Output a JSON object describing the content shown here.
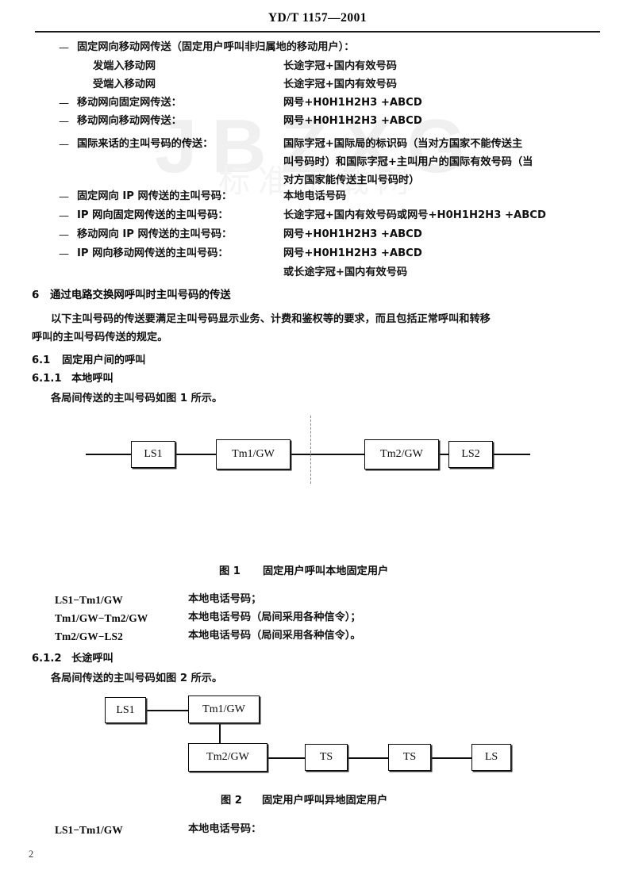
{
  "header": {
    "standard_title": "YD/T 1157—2001"
  },
  "watermark": {
    "text_big": "JBZXG",
    "text_small": "标准下载网"
  },
  "list_top": {
    "items": [
      {
        "marker": "—",
        "label": "固定网向移动网传送（固定用户呼叫非归属地的移动用户）：",
        "value": ""
      },
      {
        "marker": "",
        "label": "发端入移动网",
        "value": "长途字冠+国内有效号码"
      },
      {
        "marker": "",
        "label": "受端入移动网",
        "value": "长途字冠+国内有效号码"
      },
      {
        "marker": "—",
        "label": "移动网向固定网传送：",
        "value": "网号+H0H1H2H3 +ABCD"
      },
      {
        "marker": "—",
        "label": "移动网向移动网传送：",
        "value": "网号+H0H1H2H3 +ABCD"
      },
      {
        "marker": "—",
        "label": "国际来话的主叫号码的传送：",
        "value": ""
      }
    ],
    "international_value_lines": [
      "国际字冠+国际局的标识码（当对方国家不能传送主",
      "叫号码时）和国际字冠+主叫用户的国际有效号码（当",
      "对方国家能传送主叫号码时）"
    ],
    "ip_items": [
      {
        "marker": "—",
        "label": "固定网向 IP 网传送的主叫号码：",
        "value": "本地电话号码"
      },
      {
        "marker": "—",
        "label": "IP 网向固定网传送的主叫号码：",
        "value": "长途字冠+国内有效号码或网号+H0H1H2H3 +ABCD"
      },
      {
        "marker": "—",
        "label": "移动网向 IP 网传送的主叫号码：",
        "value": "网号+H0H1H2H3 +ABCD"
      },
      {
        "marker": "—",
        "label": "IP 网向移动网传送的主叫号码：",
        "value": "网号+H0H1H2H3 +ABCD"
      }
    ],
    "ip_last_extra_value": "或长途字冠+国内有效号码"
  },
  "section6": {
    "number": "6",
    "title": "通过电路交换网呼叫时主叫号码的传送",
    "paragraph_line1": "以下主叫号码的传送要满足主叫号码显示业务、计费和鉴权等的要求，而且包括正常呼叫和转移",
    "paragraph_line2": "呼叫的主叫号码传送的规定。"
  },
  "section61": {
    "number": "6.1",
    "title": "固定用户间的呼叫"
  },
  "section611": {
    "number": "6.1.1",
    "title": "本地呼叫",
    "intro": "各局间传送的主叫号码如图 1 所示。"
  },
  "figure1": {
    "boxes": [
      {
        "label": "LS1"
      },
      {
        "label": "Tm1/GW"
      },
      {
        "label": "Tm2/GW"
      },
      {
        "label": "LS2"
      }
    ],
    "caption_number": "图 1",
    "caption_text": "固定用户呼叫本地固定用户",
    "legend": [
      {
        "pair": "LS1−Tm1/GW",
        "value": "本地电话号码；"
      },
      {
        "pair": "Tm1/GW−Tm2/GW",
        "value": "本地电话号码（局间采用各种信令）；"
      },
      {
        "pair": "Tm2/GW−LS2",
        "value": "本地电话号码（局间采用各种信令）。"
      }
    ]
  },
  "section612": {
    "number": "6.1.2",
    "title": "长途呼叫",
    "intro": "各局间传送的主叫号码如图 2 所示。"
  },
  "figure2": {
    "boxes": [
      {
        "label": "LS1"
      },
      {
        "label": "Tm1/GW"
      },
      {
        "label": "Tm2/GW"
      },
      {
        "label": "TS"
      },
      {
        "label": "TS"
      },
      {
        "label": "LS"
      }
    ],
    "caption_number": "图 2",
    "caption_text": "固定用户呼叫异地固定用户",
    "legend": [
      {
        "pair": "LS1−Tm1/GW",
        "value": "本地电话号码："
      }
    ]
  },
  "footer": {
    "page_number": "2"
  }
}
